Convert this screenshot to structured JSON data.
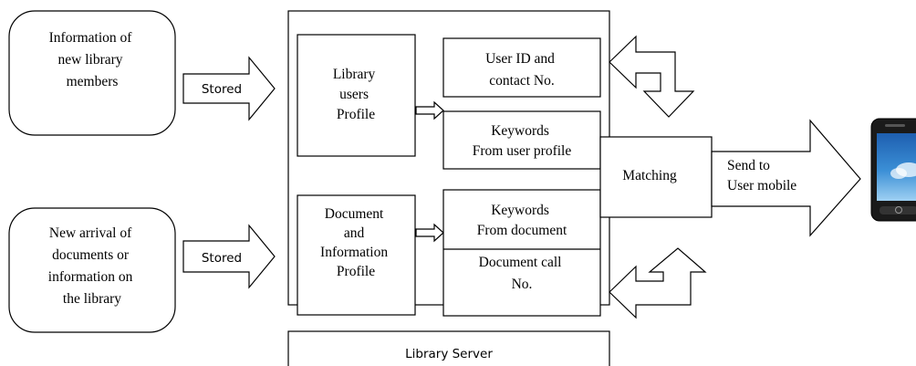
{
  "sources": {
    "members": [
      "Information of",
      "new library",
      "members"
    ],
    "arrivals": [
      "New arrival of",
      "documents or",
      "information on",
      "the library"
    ]
  },
  "stored_label": "Stored",
  "profiles": {
    "users": [
      "Library",
      "users",
      "Profile"
    ],
    "document": [
      "Document",
      "and",
      "Information",
      "Profile"
    ]
  },
  "fields": {
    "user_id": [
      "User ID and",
      "contact No."
    ],
    "keywords_user": [
      "Keywords",
      "From user profile"
    ],
    "keywords_doc": [
      "Keywords",
      "From document"
    ],
    "call_no": [
      "Document call",
      "No."
    ]
  },
  "matching_label": "Matching",
  "send_label": [
    "Send to",
    "User mobile"
  ],
  "server_label": "Library Server",
  "colors": {
    "phone_body": "#1a1a1a",
    "phone_screen": "#3b8fd6",
    "phone_sky_light": "#cfe6f7"
  }
}
